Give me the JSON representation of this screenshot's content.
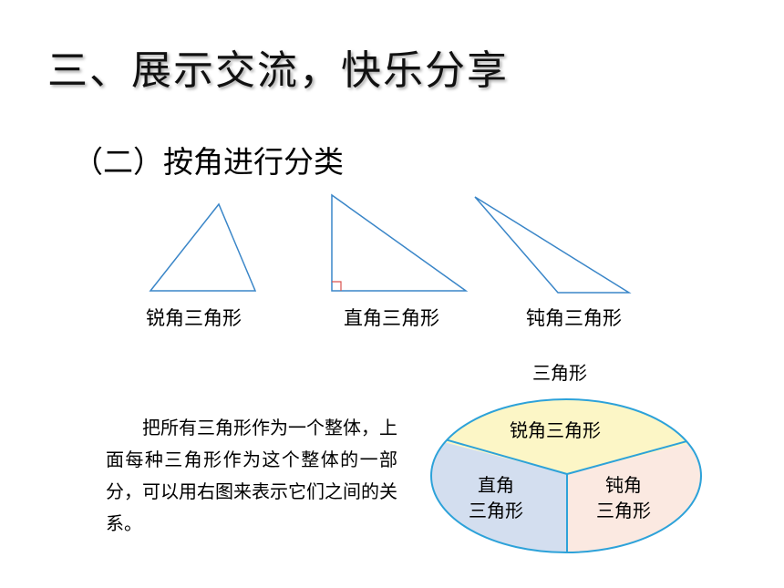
{
  "title": "三、展示交流，快乐分享",
  "subtitle": "（二）按角进行分类",
  "triangles": [
    {
      "label": "锐角三角形"
    },
    {
      "label": "直角三角形"
    },
    {
      "label": "钝角三角形"
    }
  ],
  "paragraph": "把所有三角形作为一个整体，上面每种三角形作为这个整体的一部分，可以用右图来表示它们之间的关系。",
  "diagram": {
    "title": "三角形",
    "regions": {
      "acute": {
        "label": "锐角三角形",
        "color": "#fcf6c6"
      },
      "right": {
        "label": "直角\n三角形",
        "color": "#d3deef"
      },
      "obtuse": {
        "label": "钝角\n三角形",
        "color": "#fbe9e1"
      }
    },
    "stroke_color": "#2da2d9"
  },
  "colors": {
    "triangle_stroke": "#3a86c8",
    "right_angle_mark": "#d9534f"
  }
}
